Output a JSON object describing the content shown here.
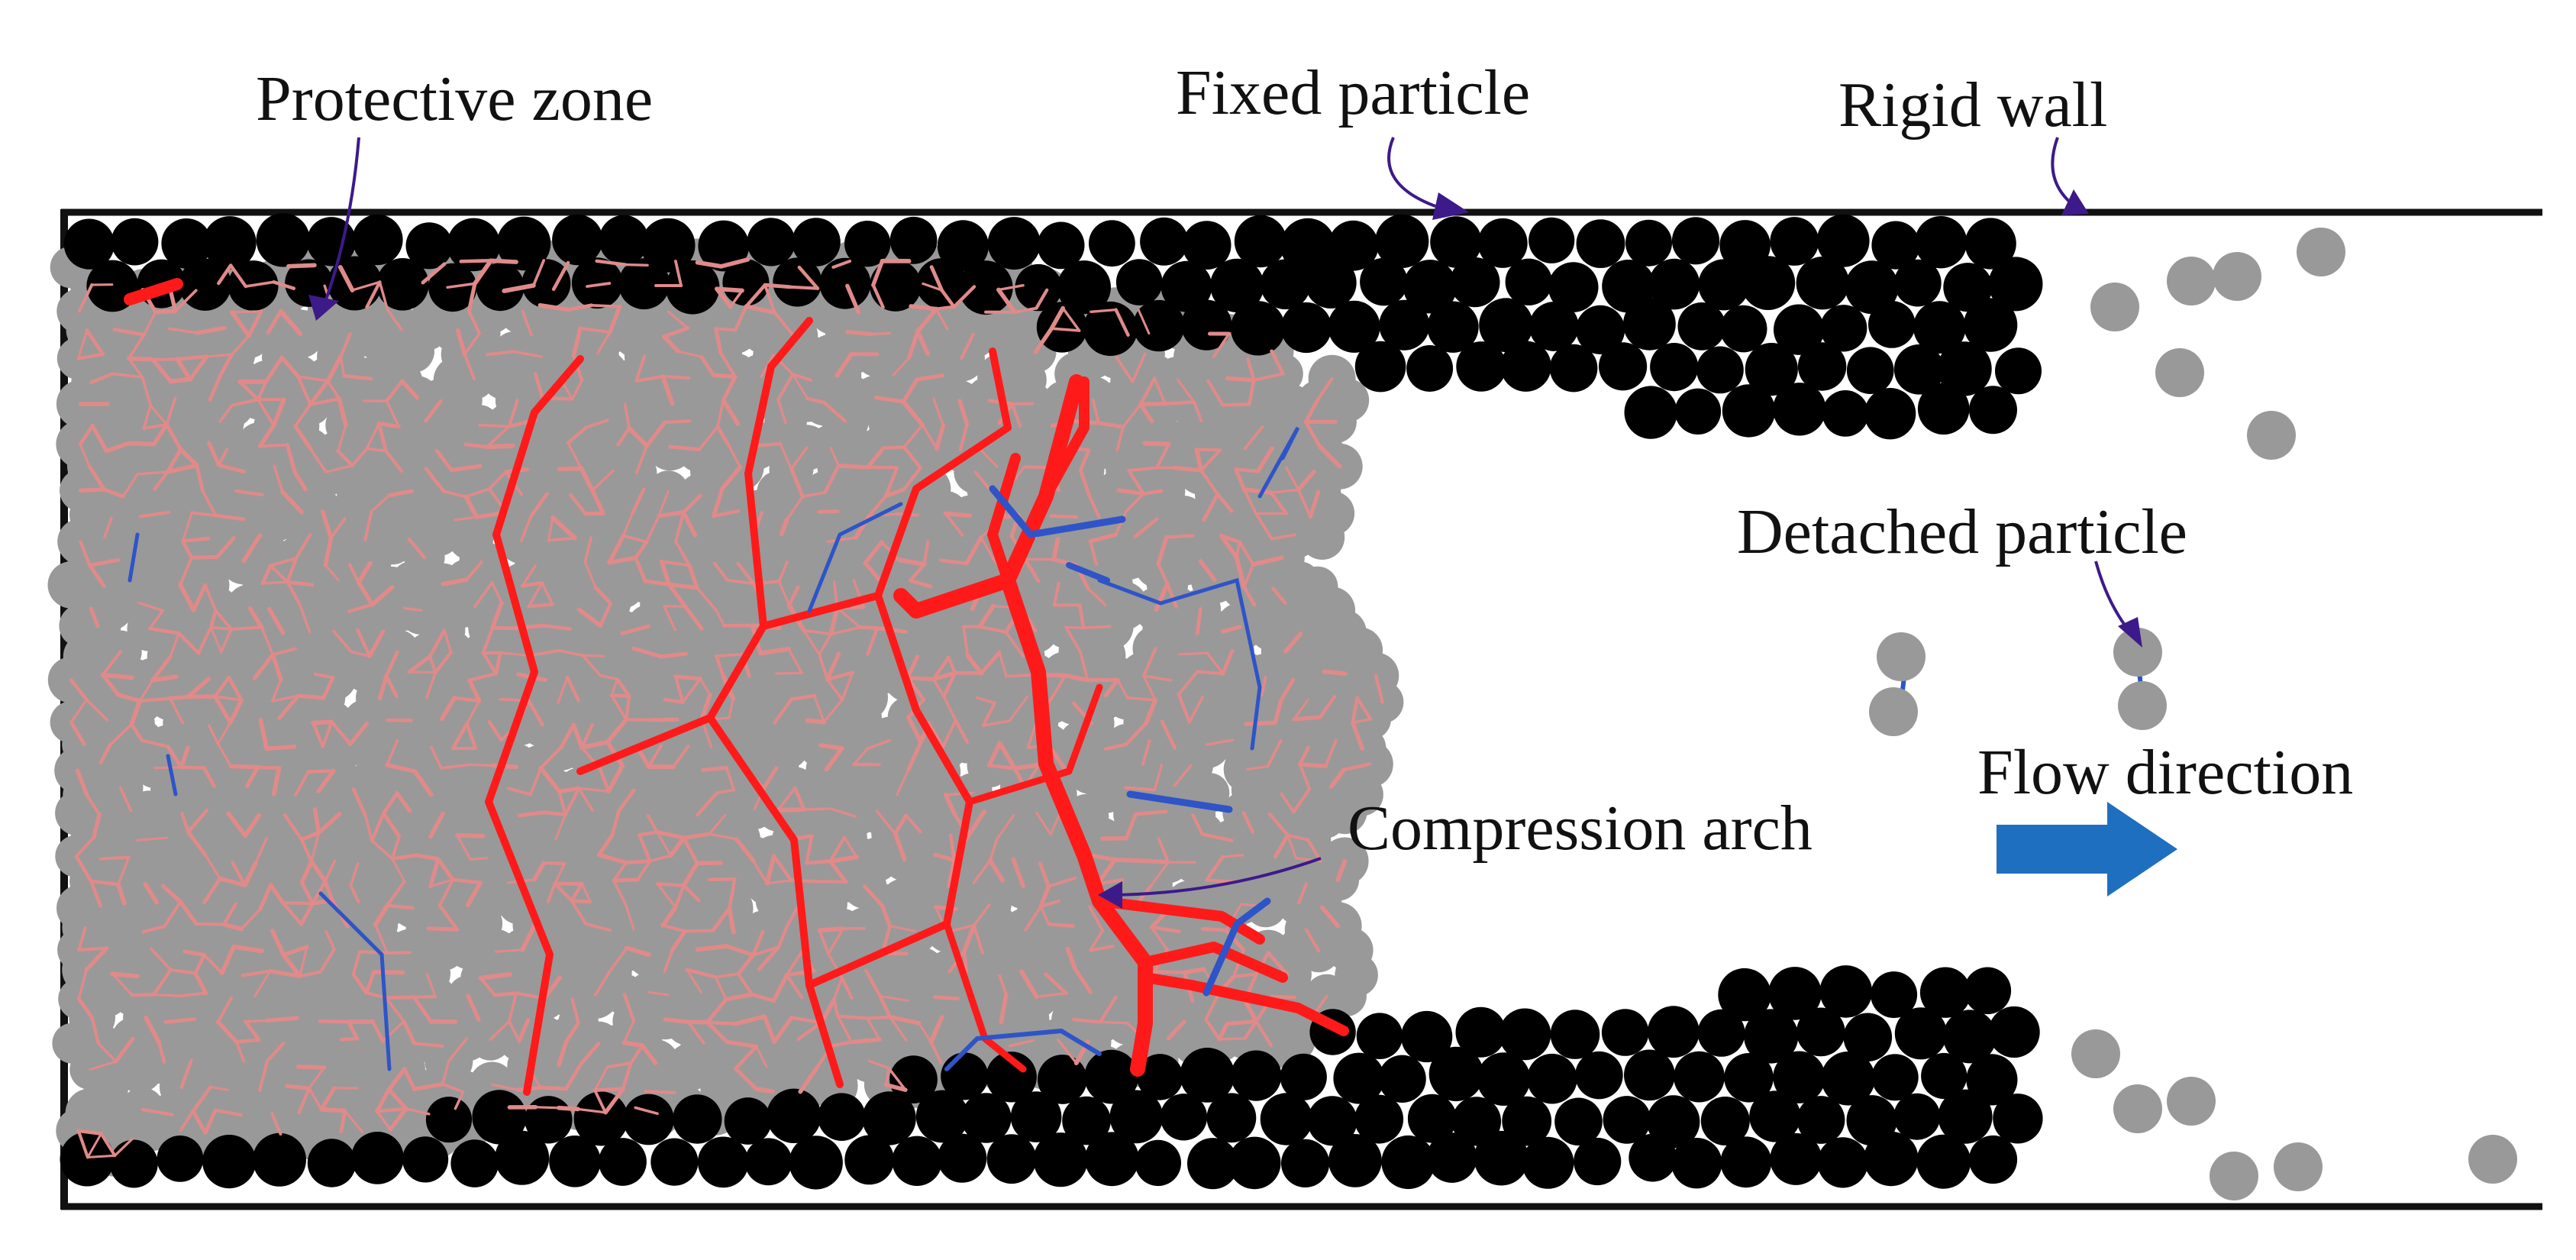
{
  "labels": {
    "protective_zone": "Protective zone",
    "fixed_particle": "Fixed particle",
    "rigid_wall": "Rigid wall",
    "detached_particle": "Detached particle",
    "flow_direction": "Flow direction",
    "compression_arch": "Compression arch"
  },
  "colors": {
    "fixed_particle": "#000000",
    "mobile_particle": "#999999",
    "strong_force_chain": "#ff1a1a",
    "weak_force_chain": "#e08a8a",
    "tensile_chain": "#2f54c8",
    "flow_arrow": "#1f6fc0",
    "annotation_arrow": "#3d1a8a",
    "wall": "#111111"
  },
  "icons": {
    "flow_arrow": "right-arrow-icon",
    "annotation_pointer": "curved-arrow-icon"
  }
}
